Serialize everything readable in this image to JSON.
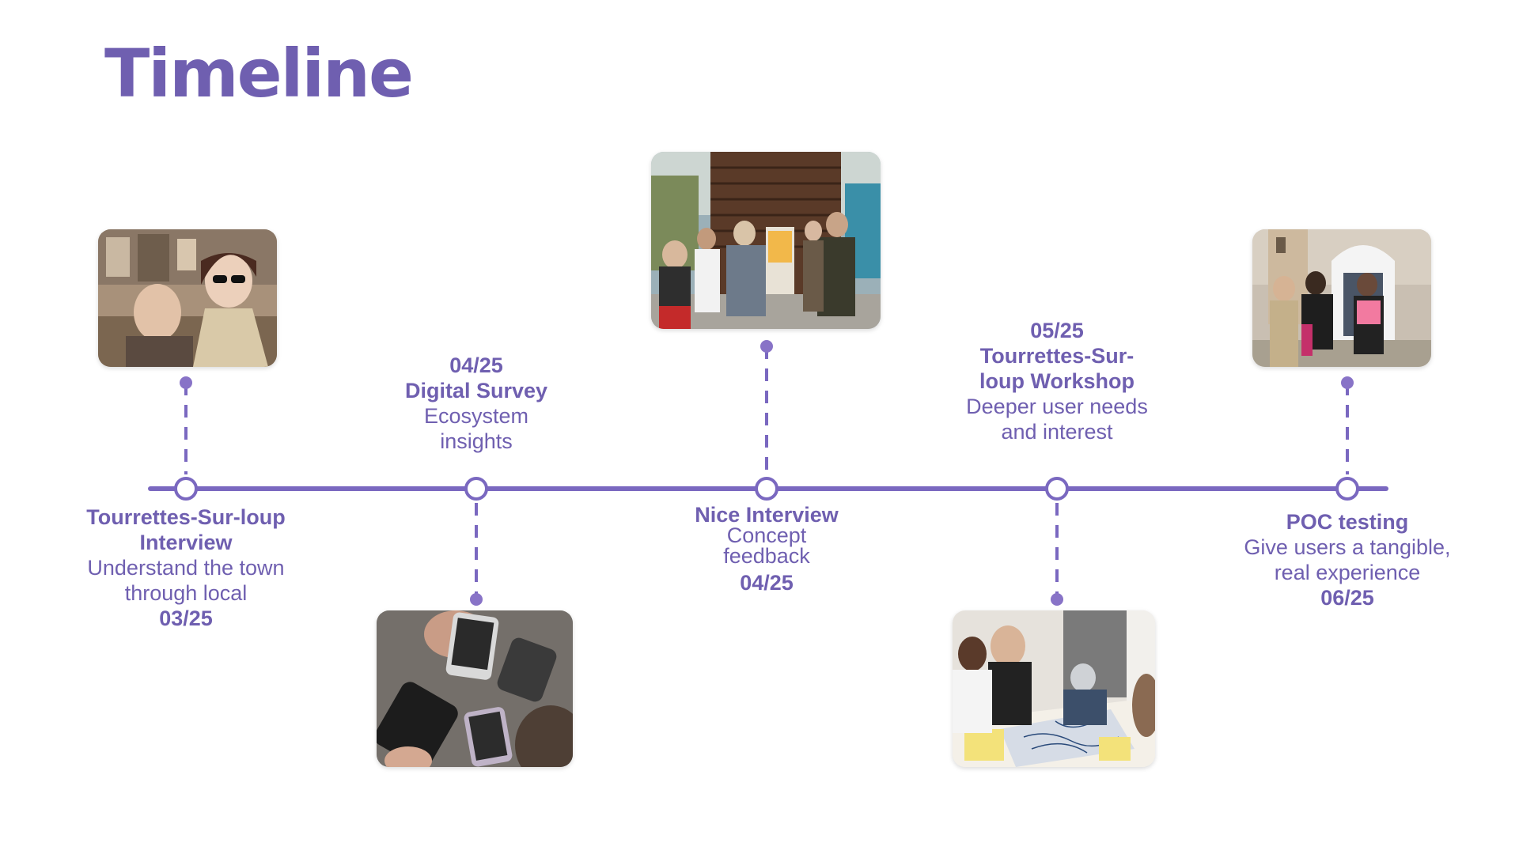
{
  "page": {
    "title": "Timeline"
  },
  "colors": {
    "accent": "#6f5fb0",
    "line": "#7a68c0",
    "background": "#ffffff"
  },
  "milestones": [
    {
      "name": "Tourrettes-Sur-loup Interview",
      "title": "Tourrettes-Sur-loup Interview",
      "description": "Understand the town through local",
      "date": "03/25",
      "photo": "two-people-portrait-photo",
      "photo_position": "above"
    },
    {
      "name": "Digital Survey",
      "title": "Digital Survey",
      "description": "Ecosystem insights",
      "date": "04/25",
      "photo": "smartphones-survey-photo",
      "photo_position": "below"
    },
    {
      "name": "Nice Interview",
      "title": "Nice Interview",
      "description": "Concept feedback",
      "date": "04/25",
      "photo": "street-kiosk-group-photo",
      "photo_position": "above"
    },
    {
      "name": "Tourrettes-Sur-loup Workshop",
      "title": "Tourrettes-Sur-loup Workshop",
      "description": "Deeper user needs and interest",
      "date": "05/25",
      "photo": "workshop-map-table-photo",
      "photo_position": "below"
    },
    {
      "name": "POC testing",
      "title": "POC testing",
      "description": "Give users a tangible, real experience",
      "date": "06/25",
      "photo": "outdoor-arch-testing-photo",
      "photo_position": "above"
    }
  ]
}
